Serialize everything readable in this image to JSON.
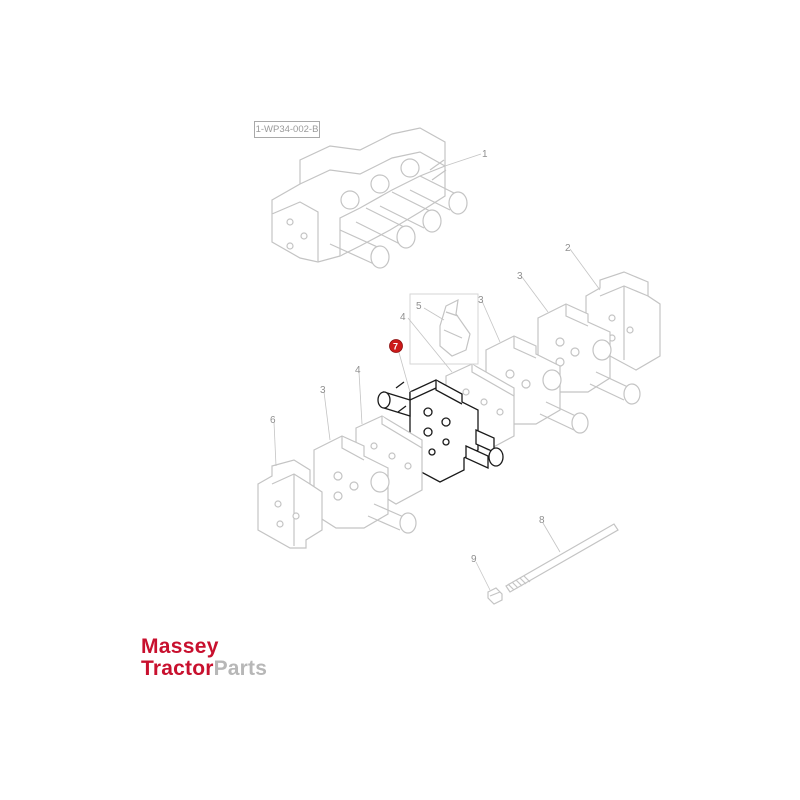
{
  "diagram": {
    "reference_code": "1-WP34-002-B",
    "callouts": [
      "1",
      "2",
      "3",
      "3",
      "3",
      "4",
      "4",
      "5",
      "6",
      "8",
      "9"
    ],
    "highlighted_callout": "7"
  },
  "logo": {
    "line1": "Massey",
    "line2_brand": "Tractor",
    "line2_suffix": "Parts",
    "brand_color": "#c8102e",
    "suffix_color": "#b7b7b7"
  },
  "colors": {
    "line_art_faded": "#c4c4c4",
    "line_art_active": "#1a1a1a",
    "highlight_marker": "#cc1a1a"
  }
}
